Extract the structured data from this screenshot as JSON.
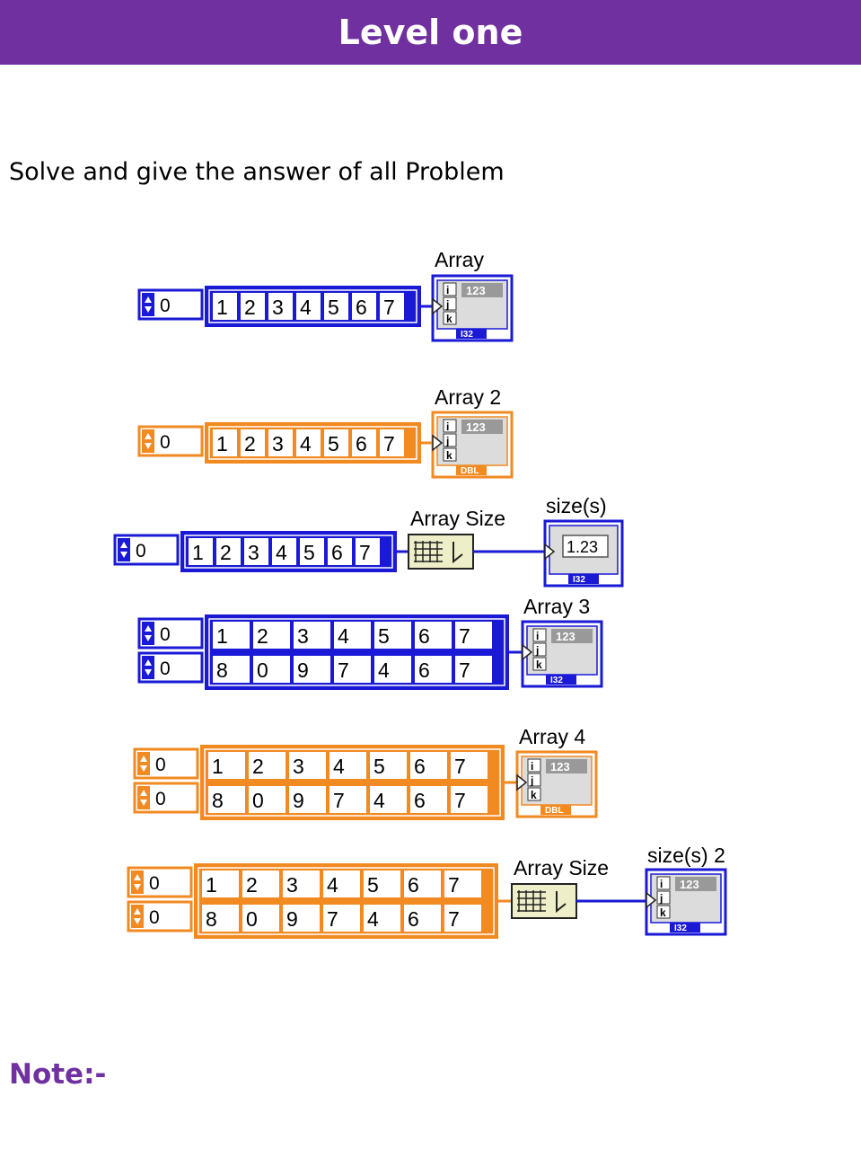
{
  "header": {
    "title": "Level one"
  },
  "instruction": "Solve and give the answer of all Problem",
  "note": "Note:-",
  "colors": {
    "header": "#7030a0",
    "int": "#1a1ad6",
    "dbl": "#f28a22",
    "node": "#eeeec8"
  },
  "wire_label": "Array Size",
  "problems": [
    {
      "type": "int",
      "rows": 1,
      "index": [
        "0"
      ],
      "values": [
        [
          "1",
          "2",
          "3",
          "4",
          "5",
          "6",
          "7"
        ]
      ],
      "via_size": false,
      "ind_label": "Array",
      "ind_kind": "array",
      "ind_badge": "I32"
    },
    {
      "type": "dbl",
      "rows": 1,
      "index": [
        "0"
      ],
      "values": [
        [
          "1",
          "2",
          "3",
          "4",
          "5",
          "6",
          "7"
        ]
      ],
      "via_size": false,
      "ind_label": "Array 2",
      "ind_kind": "array",
      "ind_badge": "DBL"
    },
    {
      "type": "int",
      "rows": 1,
      "index": [
        "0"
      ],
      "values": [
        [
          "1",
          "2",
          "3",
          "4",
          "5",
          "6",
          "7"
        ]
      ],
      "via_size": true,
      "ind_label": "size(s)",
      "ind_kind": "scalar",
      "ind_badge": "I32",
      "scalar_value": "1.23"
    },
    {
      "type": "int",
      "rows": 2,
      "index": [
        "0",
        "0"
      ],
      "values": [
        [
          "1",
          "2",
          "3",
          "4",
          "5",
          "6",
          "7"
        ],
        [
          "8",
          "0",
          "9",
          "7",
          "4",
          "6",
          "7"
        ]
      ],
      "via_size": false,
      "ind_label": "Array 3",
      "ind_kind": "array",
      "ind_badge": "I32"
    },
    {
      "type": "dbl",
      "rows": 2,
      "index": [
        "0",
        "0"
      ],
      "values": [
        [
          "1",
          "2",
          "3",
          "4",
          "5",
          "6",
          "7"
        ],
        [
          "8",
          "0",
          "9",
          "7",
          "4",
          "6",
          "7"
        ]
      ],
      "via_size": false,
      "ind_label": "Array 4",
      "ind_kind": "array",
      "ind_badge": "DBL"
    },
    {
      "type": "dbl",
      "rows": 2,
      "index": [
        "0",
        "0"
      ],
      "values": [
        [
          "1",
          "2",
          "3",
          "4",
          "5",
          "6",
          "7"
        ],
        [
          "8",
          "0",
          "9",
          "7",
          "4",
          "6",
          "7"
        ]
      ],
      "via_size": true,
      "ind_label": "size(s) 2",
      "ind_kind": "array",
      "ind_badge": "I32"
    }
  ]
}
